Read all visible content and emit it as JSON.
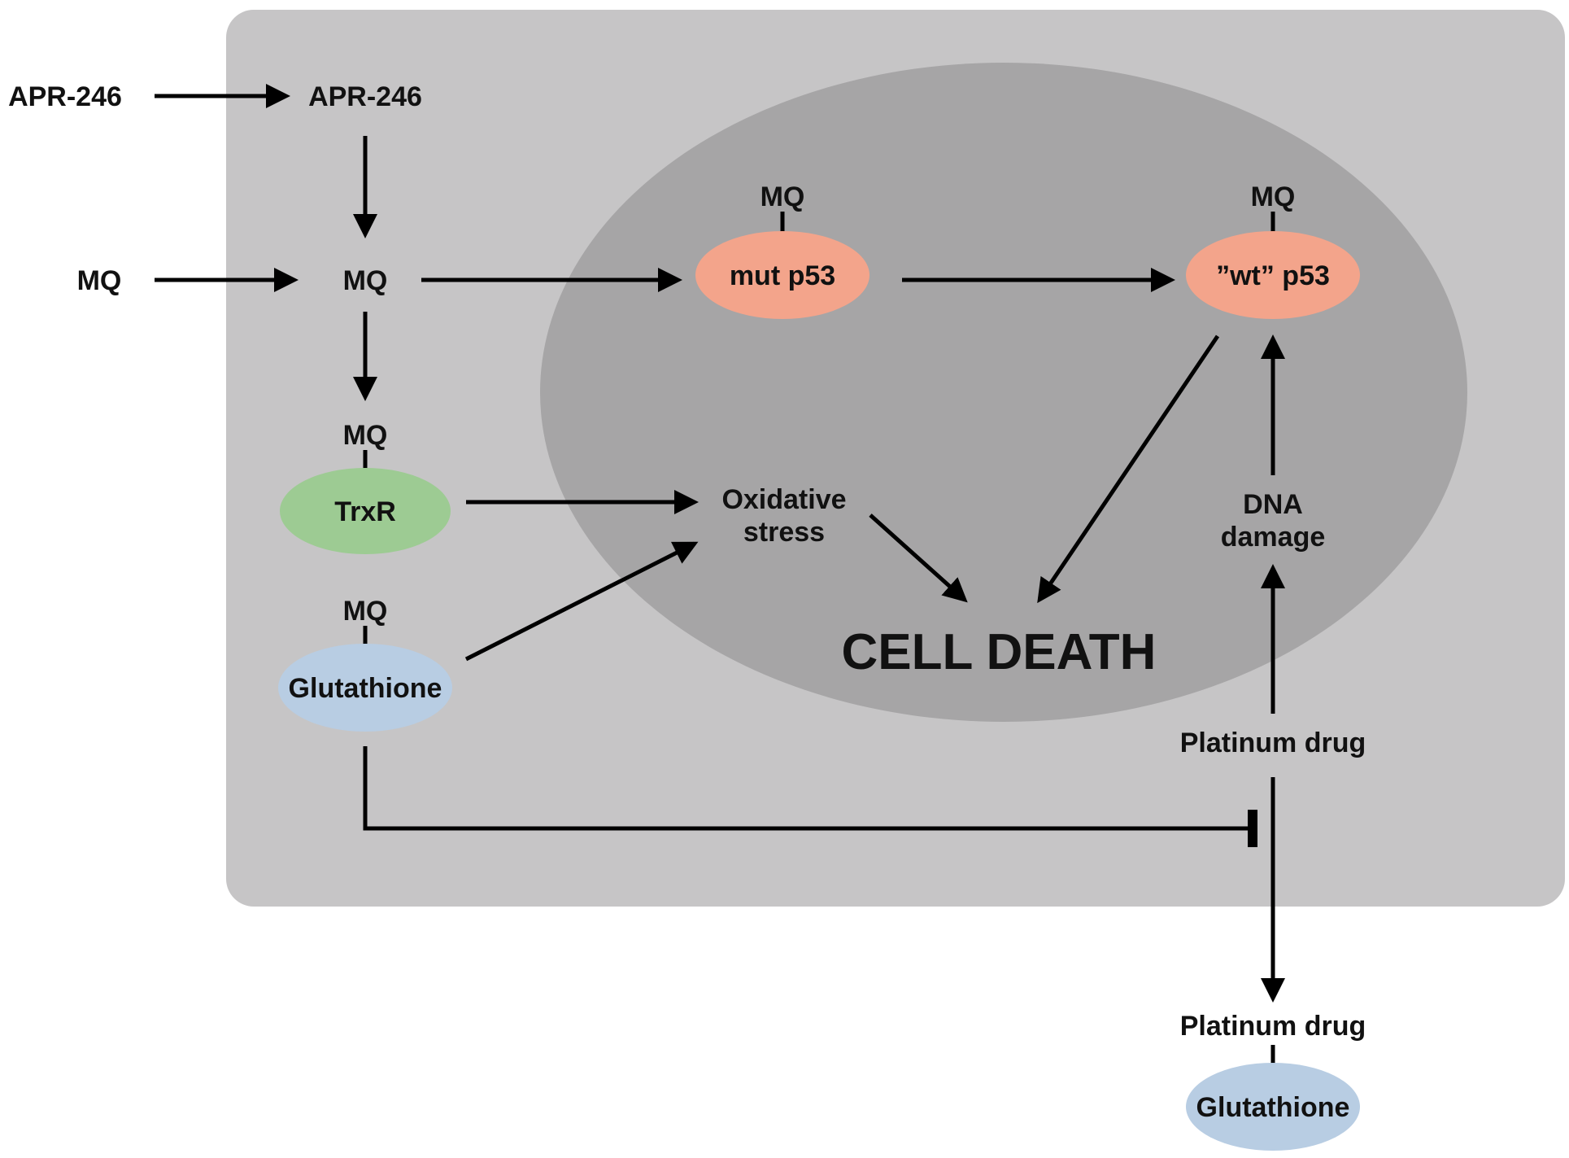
{
  "colors": {
    "background": "#ffffff",
    "cell": "#c6c5c6",
    "nucleus": "#a6a5a6",
    "p53": "#f3a48b",
    "trxr": "#9dcb93",
    "glutathione": "#b8cde3",
    "arrow": "#000000",
    "text": "#111111"
  },
  "labels": {
    "apr_outside": "APR-246",
    "apr_inside": "APR-246",
    "mq_outside": "MQ",
    "mq_inside": "MQ",
    "mq_trxr": "MQ",
    "mq_glutathione": "MQ",
    "mq_mut_p53": "MQ",
    "mq_wt_p53": "MQ",
    "trxr": "TrxR",
    "glutathione_inside": "Glutathione",
    "mut_p53": "mut p53",
    "wt_p53": "”wt” p53",
    "oxidative_line1": "Oxidative",
    "oxidative_line2": "stress",
    "dna_line1": "DNA",
    "dna_line2": "damage",
    "cell_death": "CELL DEATH",
    "platinum_inside": "Platinum drug",
    "platinum_outside": "Platinum drug",
    "glutathione_outside": "Glutathione"
  }
}
